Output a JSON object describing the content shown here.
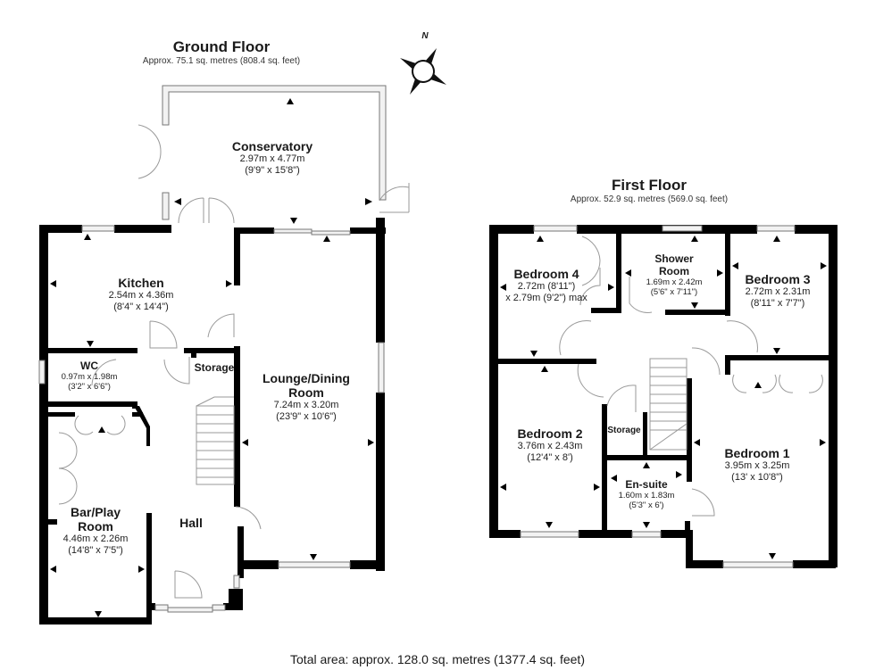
{
  "ground_floor": {
    "title": "Ground Floor",
    "area": "Approx. 75.1 sq. metres (808.4 sq. feet)",
    "rooms": {
      "conservatory": {
        "name": "Conservatory",
        "metric": "2.97m x 4.77m",
        "imperial": "(9'9\" x 15'8\")"
      },
      "kitchen": {
        "name": "Kitchen",
        "metric": "2.54m x 4.36m",
        "imperial": "(8'4\" x 14'4\")"
      },
      "wc": {
        "name": "WC",
        "metric": "0.97m x 1.98m",
        "imperial": "(3'2\" x 6'6\")"
      },
      "storage": {
        "name": "Storage"
      },
      "lounge": {
        "name_line1": "Lounge/Dining",
        "name_line2": "Room",
        "metric": "7.24m x 3.20m",
        "imperial": "(23'9\" x 10'6\")"
      },
      "bar": {
        "name_line1": "Bar/Play",
        "name_line2": "Room",
        "metric": "4.46m x 2.26m",
        "imperial": "(14'8\" x 7'5\")"
      },
      "hall": {
        "name": "Hall"
      }
    }
  },
  "first_floor": {
    "title": "First Floor",
    "area": "Approx. 52.9 sq. metres (569.0 sq. feet)",
    "rooms": {
      "bedroom4": {
        "name": "Bedroom 4",
        "metric": "2.72m (8'11\")",
        "imperial": "x 2.79m (9'2\") max"
      },
      "shower": {
        "name_line1": "Shower",
        "name_line2": "Room",
        "metric": "1.69m x 2.42m",
        "imperial": "(5'6\" x 7'11\")"
      },
      "bedroom3": {
        "name": "Bedroom 3",
        "metric": "2.72m x 2.31m",
        "imperial": "(8'11\" x 7'7\")"
      },
      "bedroom2": {
        "name": "Bedroom 2",
        "metric": "3.76m x 2.43m",
        "imperial": "(12'4\" x 8')"
      },
      "storage": {
        "name": "Storage"
      },
      "ensuite": {
        "name": "En-suite",
        "metric": "1.60m x 1.83m",
        "imperial": "(5'3\" x 6')"
      },
      "bedroom1": {
        "name": "Bedroom 1",
        "metric": "3.95m x 3.25m",
        "imperial": "(13' x 10'8\")"
      }
    }
  },
  "compass": {
    "label": "N"
  },
  "total_area": "Total area: approx. 128.0 sq. metres (1377.4 sq. feet)",
  "colors": {
    "wall": "#000000",
    "background": "#ffffff",
    "window_fill": "#f2f2f2",
    "door_line": "#9a9a9a"
  }
}
